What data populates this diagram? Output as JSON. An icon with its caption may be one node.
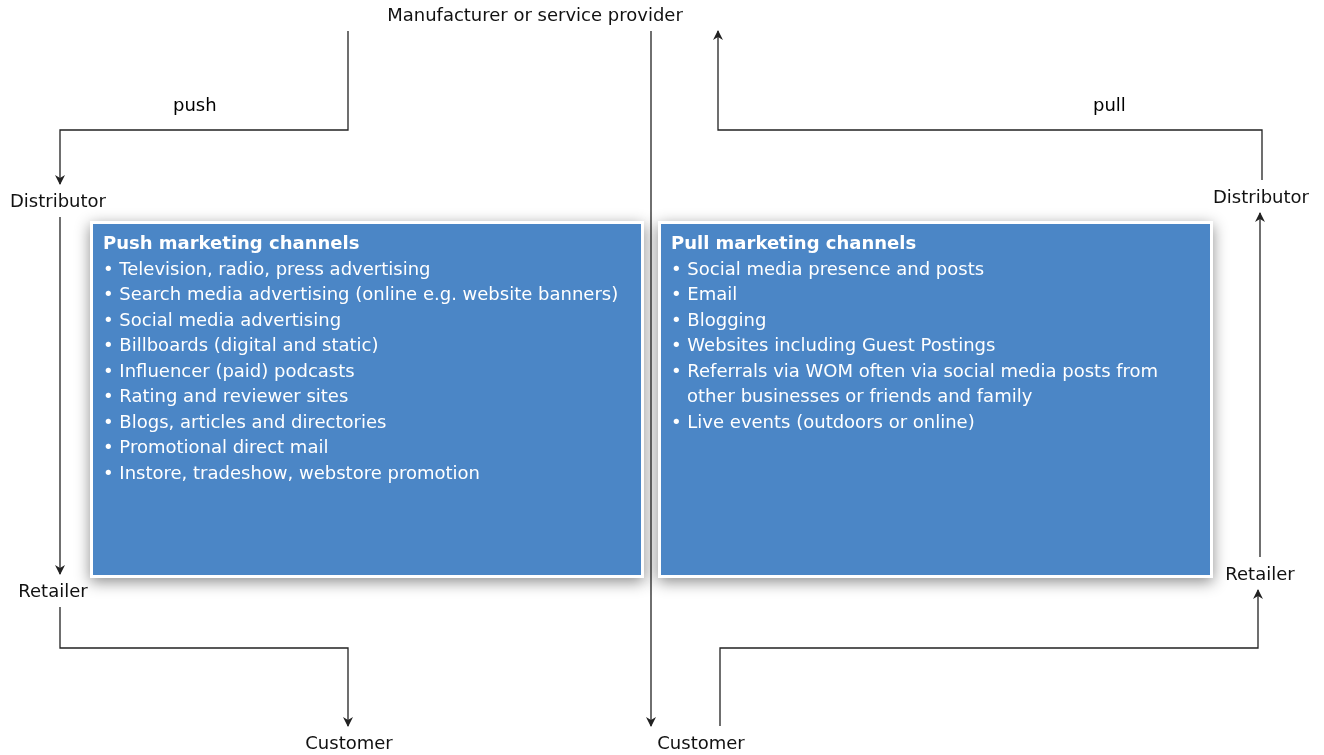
{
  "diagram": {
    "nodes": [
      {
        "text": [
          "Manufacturer or service provider"
        ]
      },
      {
        "text": [
          "Distributor"
        ]
      },
      {
        "text": [
          "Retailer"
        ]
      },
      {
        "text": [
          "Customer"
        ]
      },
      {
        "text": [
          "Push marketing channels",
          "• Television, radio, press advertising",
          "• Search media advertising (online e.g. website banners)",
          "• Social media advertising",
          "• Billboards (digital and static)",
          "• Influencer (paid) podcasts",
          "• Rating and reviewer sites",
          "• Blogs, articles and directories",
          "• Promotional direct mail",
          "• Instore, tradeshow, webstore promotion"
        ]
      },
      {
        "text": [
          "Pull marketing channels",
          "• Social media presence and posts",
          "• Email",
          "• Blogging",
          "• Websites including Guest Postings",
          "• Referrals via WOM often via social media posts from other businesses or friends and family",
          "• Live events (outdoors or online)"
        ]
      },
      {
        "text": [
          "Customer"
        ]
      },
      {
        "text": [
          "Retailer"
        ]
      },
      {
        "text": [
          "Distributor"
        ]
      }
    ],
    "edges": [
      {
        "from": 0,
        "to": 1,
        "arrow": "to",
        "label": "push"
      },
      {
        "from": 1,
        "to": 2,
        "arrow": "to"
      },
      {
        "from": 2,
        "to": 3,
        "arrow": "to"
      },
      {
        "from": 0,
        "to": 6,
        "arrow": "to"
      },
      {
        "from": 6,
        "to": 7,
        "arrow": "to"
      },
      {
        "from": 7,
        "to": 8,
        "arrow": "to"
      },
      {
        "from": 8,
        "to": 0,
        "arrow": "to",
        "label": "pull"
      }
    ]
  }
}
